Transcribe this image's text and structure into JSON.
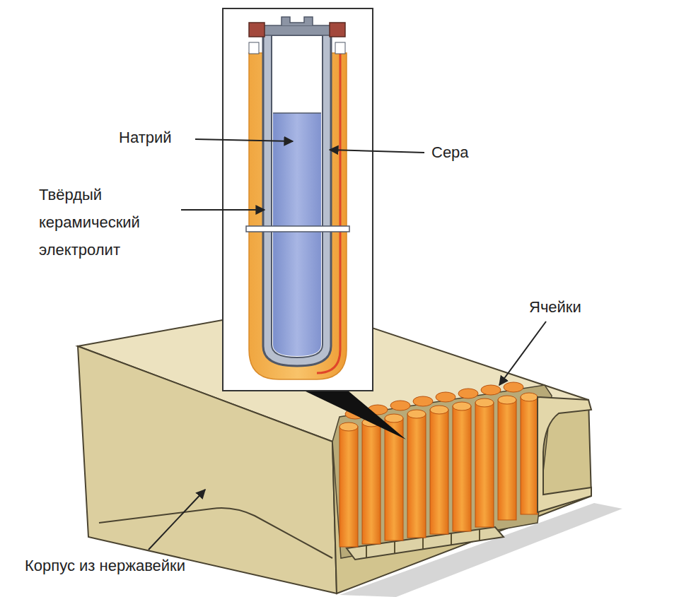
{
  "diagram": {
    "labels": [
      "Натрий",
      "Сера",
      "Твёрдый керамический электролит",
      "Ячейки",
      "Корпус из нержавейки"
    ]
  }
}
